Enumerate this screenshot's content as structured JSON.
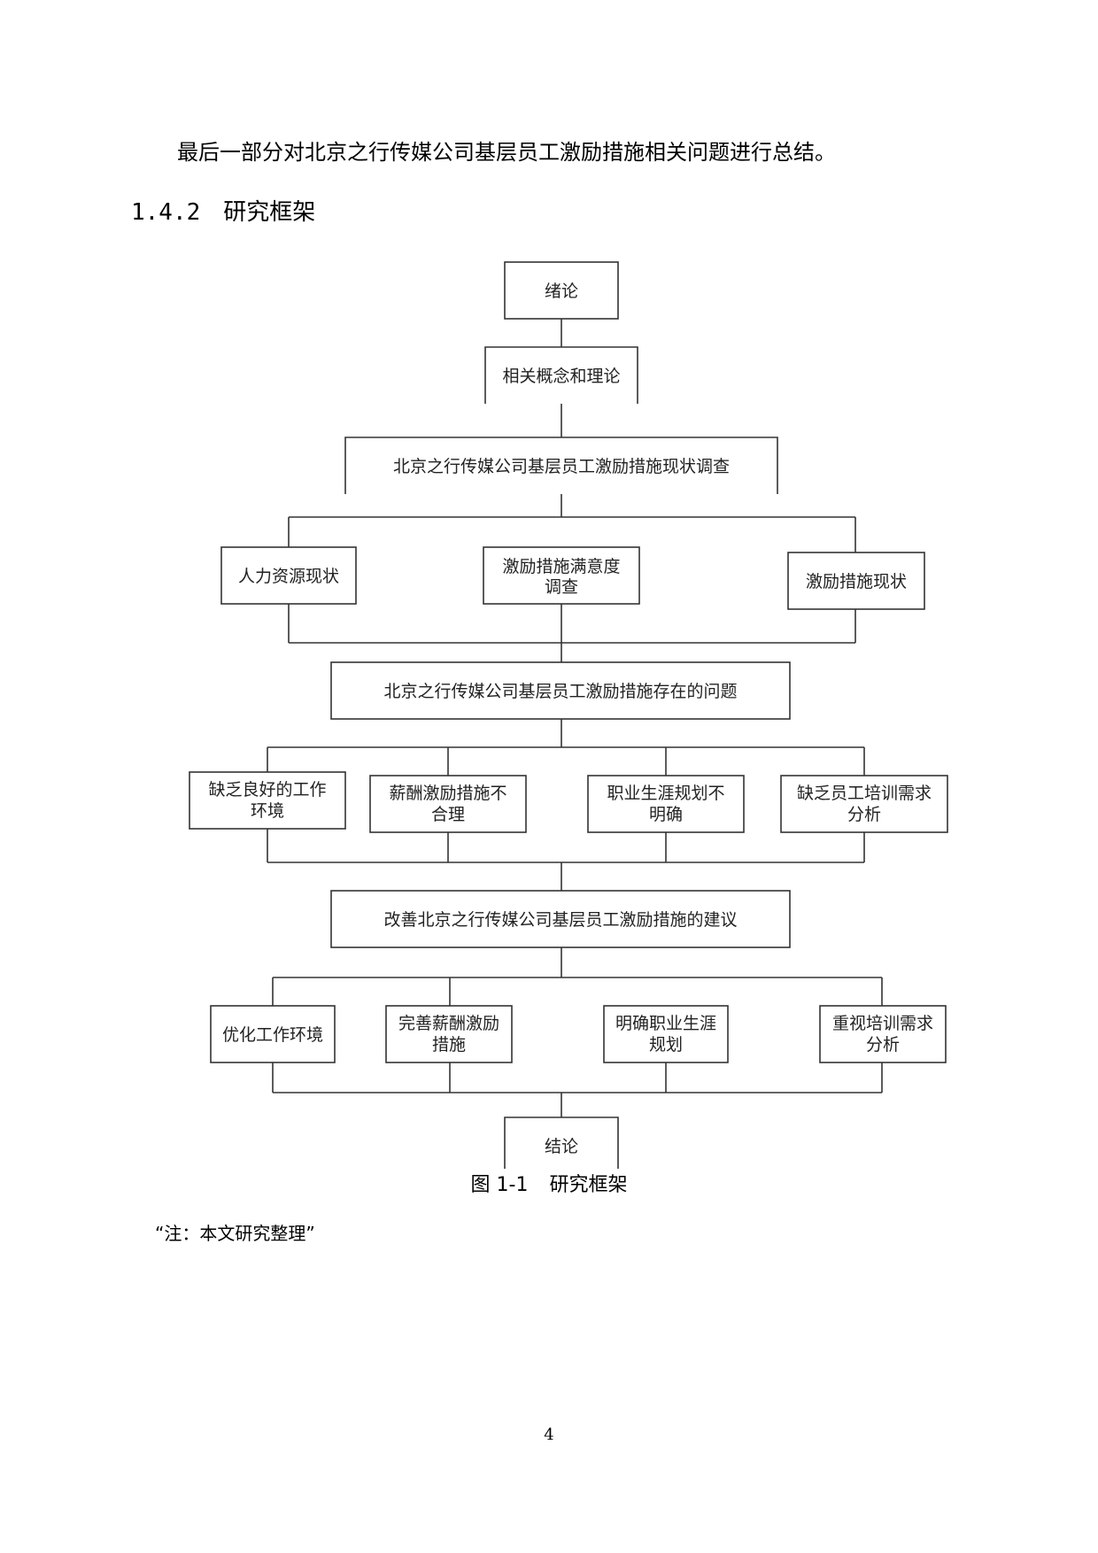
{
  "paragraph": "最后一部分对北京之行传媒公司基层员工激励措施相关问题进行总结。",
  "section": {
    "number": "1.4.2",
    "title": "研究框架"
  },
  "diagram": {
    "top": "绪论",
    "concepts": "相关概念和理论",
    "survey": "北京之行传媒公司基层员工激励措施现状调查",
    "survey_items": [
      [
        "人力资源现状"
      ],
      [
        "激励措施满意度",
        "调查"
      ],
      [
        "激励措施现状"
      ]
    ],
    "problems": "北京之行传媒公司基层员工激励措施存在的问题",
    "problem_items": [
      [
        "缺乏良好的工作",
        "环境"
      ],
      [
        "薪酬激励措施不",
        "合理"
      ],
      [
        "职业生涯规划不",
        "明确"
      ],
      [
        "缺乏员工培训需求",
        "分析"
      ]
    ],
    "suggestions": "改善北京之行传媒公司基层员工激励措施的建议",
    "suggestion_items": [
      [
        "优化工作环境"
      ],
      [
        "完善薪酬激励",
        "措施"
      ],
      [
        "明确职业生涯",
        "规划"
      ],
      [
        "重视培训需求",
        "分析"
      ]
    ],
    "bottom": "结论"
  },
  "caption": {
    "number": "图 1-1",
    "title": "研究框架"
  },
  "note": "“注：本文研究整理”",
  "page_number": "4"
}
